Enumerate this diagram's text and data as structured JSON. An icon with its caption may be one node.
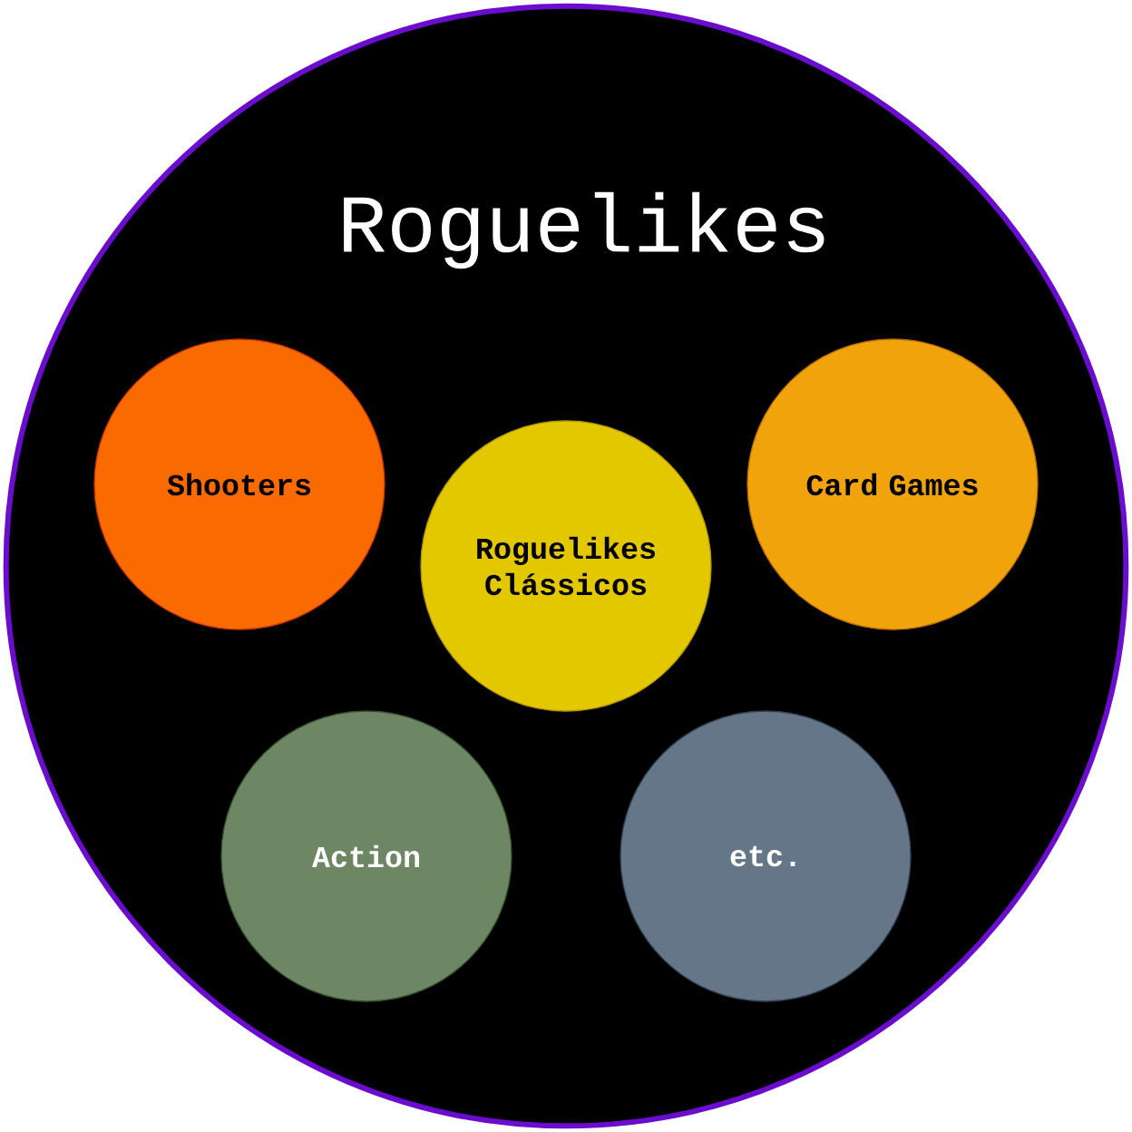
{
  "diagram": {
    "nodes": [
      {
        "text": [
          "Roguelikes"
        ]
      },
      {
        "text": [
          "Shooters"
        ],
        "in": 0
      },
      {
        "text": [
          "Card Games"
        ],
        "in": 0
      },
      {
        "text": [
          "Roguelikes Clássicos"
        ],
        "in": 0
      },
      {
        "text": [
          "Action"
        ],
        "in": 0
      },
      {
        "text": [
          "etc."
        ],
        "in": 0
      }
    ]
  }
}
